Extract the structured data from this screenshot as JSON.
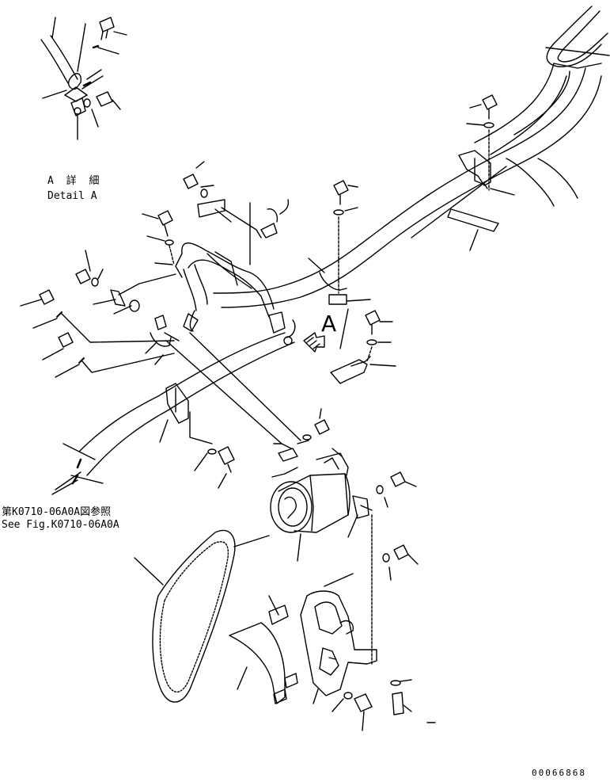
{
  "labels": {
    "detail_jp": "A 詳 細",
    "detail_en": "Detail A",
    "callout_a": "A",
    "ref_jp": "第K0710-06A0A図参照",
    "ref_en": "See Fig.K0710-06A0A",
    "drawing_number": "00066868"
  },
  "colors": {
    "ink": "#000000",
    "paper": "#ffffff"
  }
}
